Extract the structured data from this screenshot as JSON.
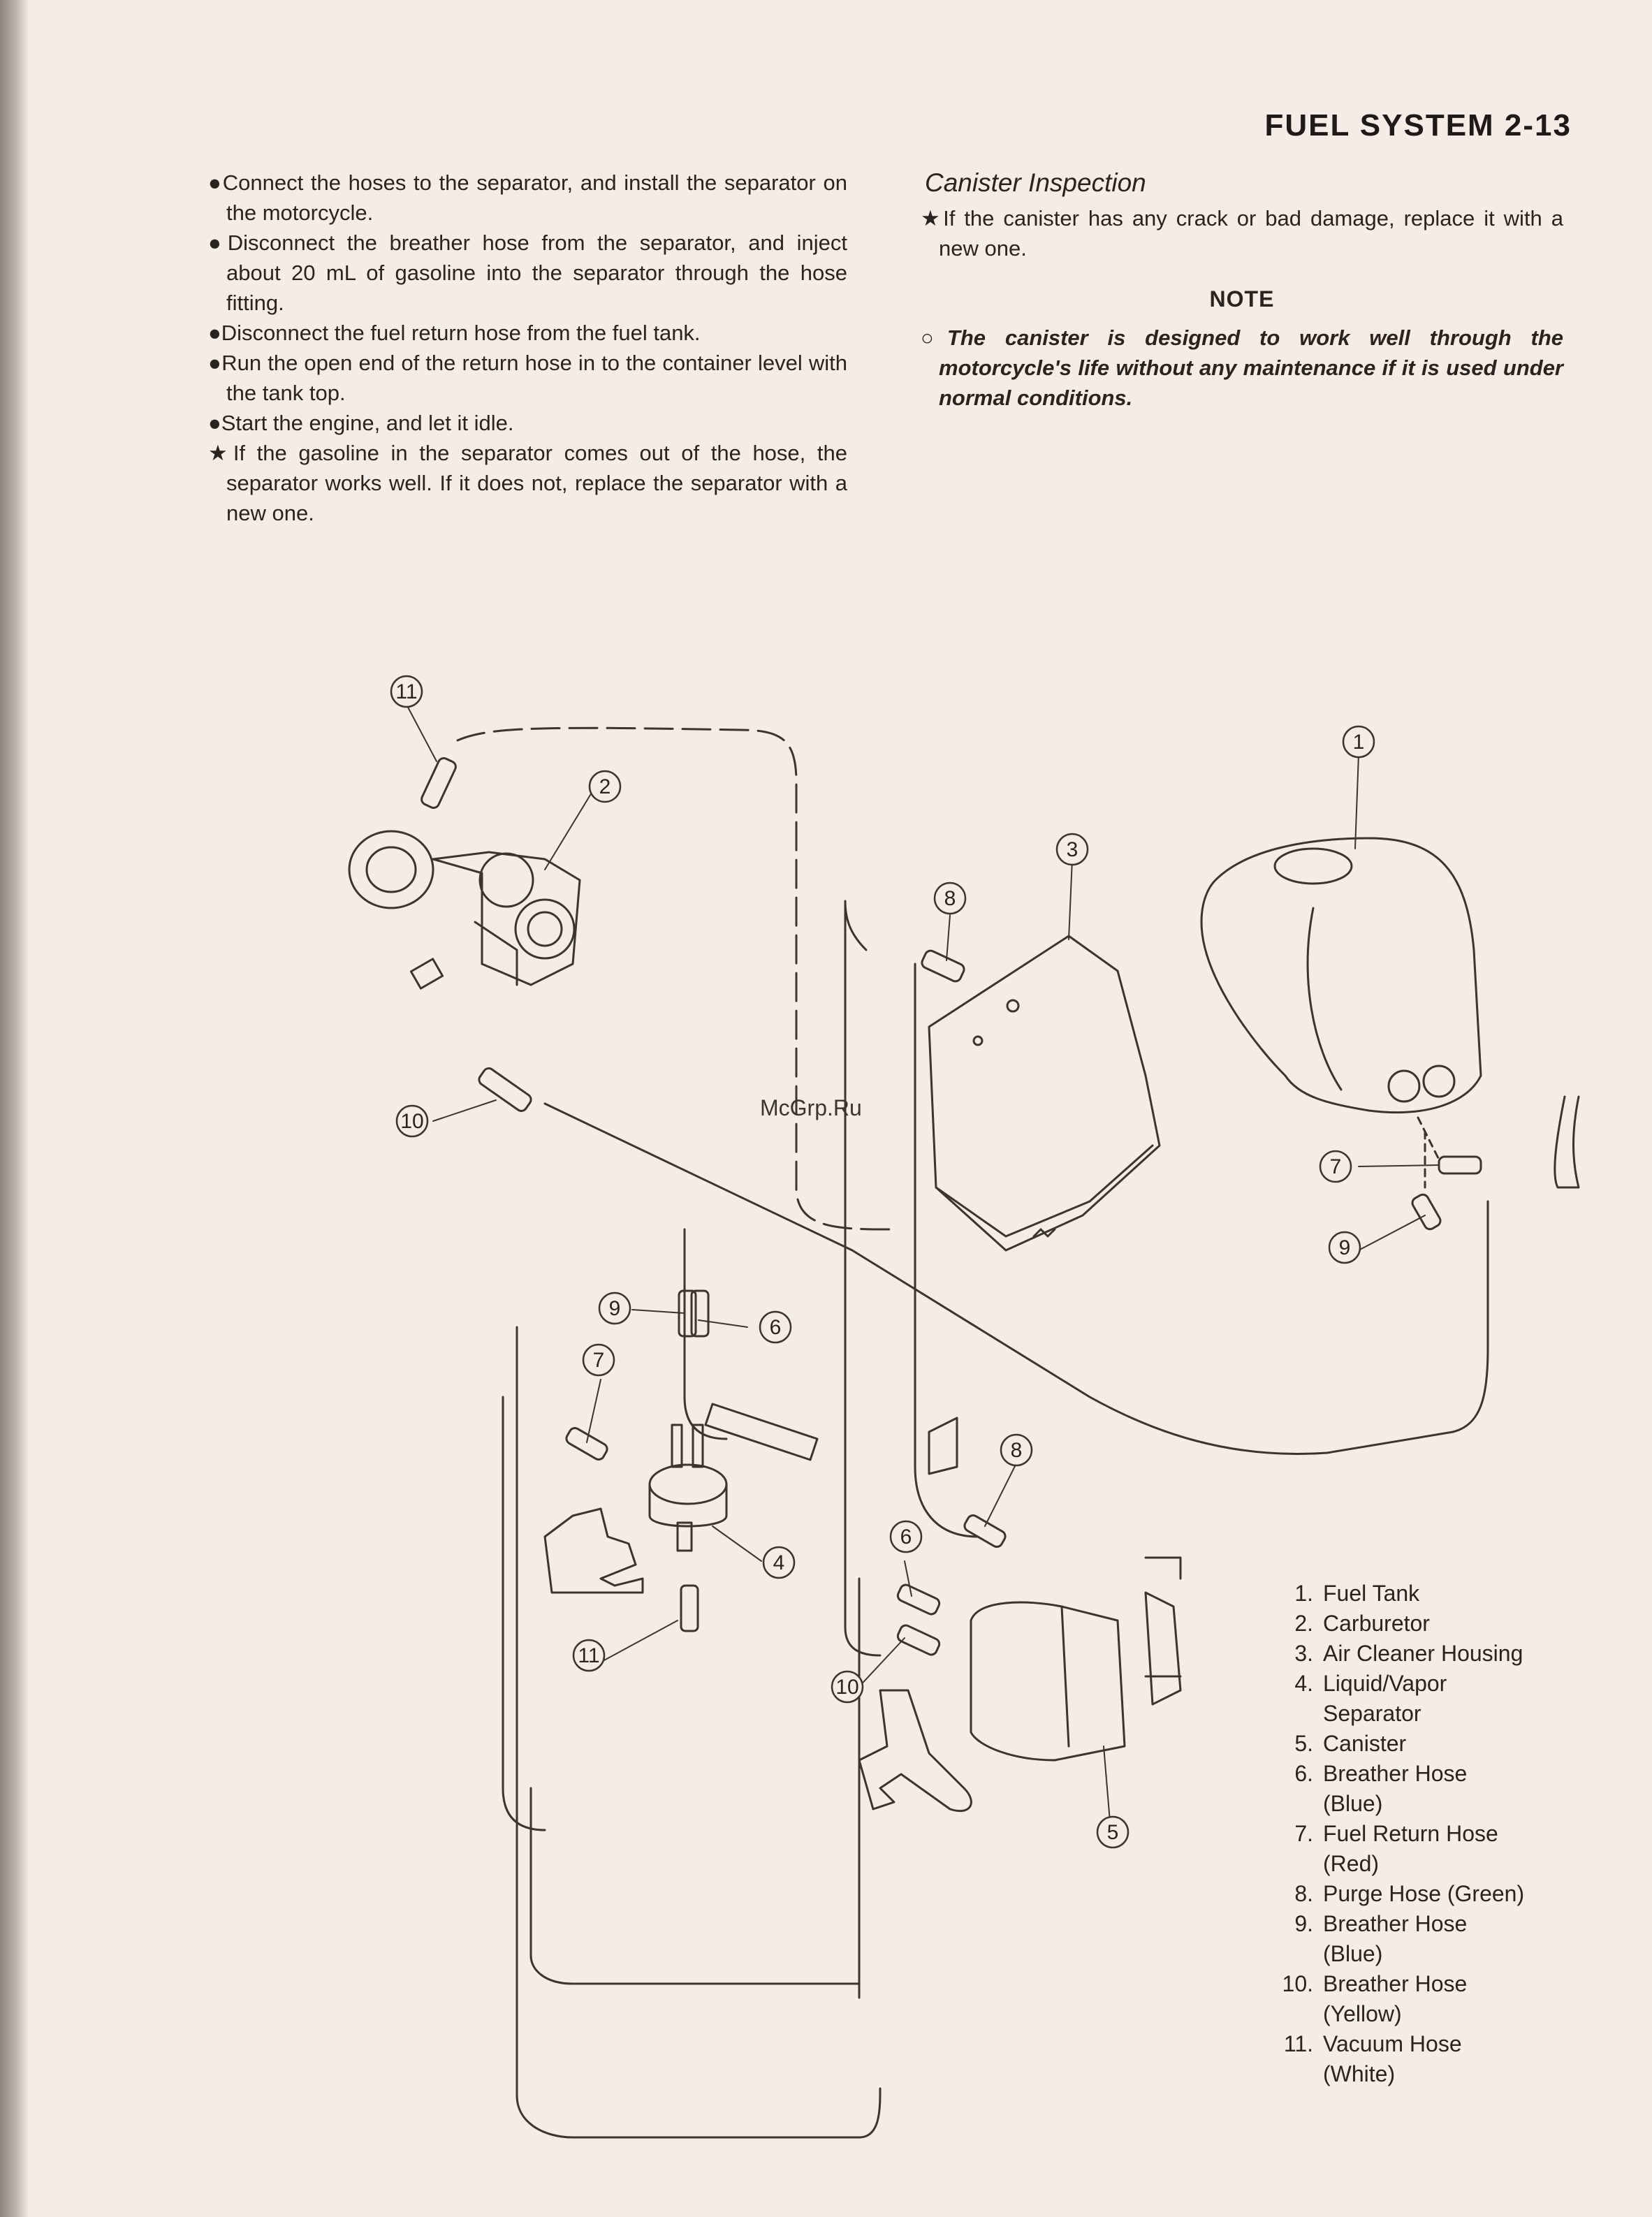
{
  "header": {
    "title": "FUEL SYSTEM 2-13"
  },
  "left_column": {
    "items": [
      {
        "bullet": "●",
        "text": "Connect the hoses to the separator, and install the separator on the motorcycle."
      },
      {
        "bullet": "●",
        "text": "Disconnect the breather hose from the separator, and inject about 20 mL of gasoline into the separator through the hose fitting."
      },
      {
        "bullet": "●",
        "text": "Disconnect the fuel return hose from the fuel tank."
      },
      {
        "bullet": "●",
        "text": "Run the open end of the return hose in to the container level with the tank top."
      },
      {
        "bullet": "●",
        "text": "Start the engine, and let it idle."
      },
      {
        "bullet": "★",
        "text": "If the gasoline in the separator comes out of the hose, the separator works well.  If it does not, replace the separator with a new one."
      }
    ]
  },
  "right_column": {
    "title": "Canister Inspection",
    "items": [
      {
        "bullet": "★",
        "text": "If the canister has any crack or bad damage, replace it with a new one."
      }
    ],
    "note_heading": "NOTE",
    "note": {
      "bullet": "○",
      "text": "The canister is designed to work well through the motorcycle's life without any maintenance if it is used under normal conditions."
    }
  },
  "diagram": {
    "callouts": [
      "1",
      "2",
      "3",
      "4",
      "5",
      "6",
      "6",
      "7",
      "7",
      "8",
      "8",
      "9",
      "9",
      "10",
      "10",
      "11",
      "11"
    ],
    "watermark": "McGrp.Ru"
  },
  "legend": [
    {
      "num": "1.",
      "label": "Fuel Tank"
    },
    {
      "num": "2.",
      "label": "Carburetor"
    },
    {
      "num": "3.",
      "label": "Air Cleaner Housing"
    },
    {
      "num": "4.",
      "label": "Liquid/Vapor\nSeparator"
    },
    {
      "num": "5.",
      "label": "Canister"
    },
    {
      "num": "6.",
      "label": "Breather Hose\n(Blue)"
    },
    {
      "num": "7.",
      "label": "Fuel Return Hose\n(Red)"
    },
    {
      "num": "8.",
      "label": "Purge Hose (Green)"
    },
    {
      "num": "9.",
      "label": "Breather Hose\n(Blue)"
    },
    {
      "num": "10.",
      "label": "Breather Hose\n(Yellow)"
    },
    {
      "num": "11.",
      "label": "Vacuum Hose\n(White)"
    }
  ]
}
